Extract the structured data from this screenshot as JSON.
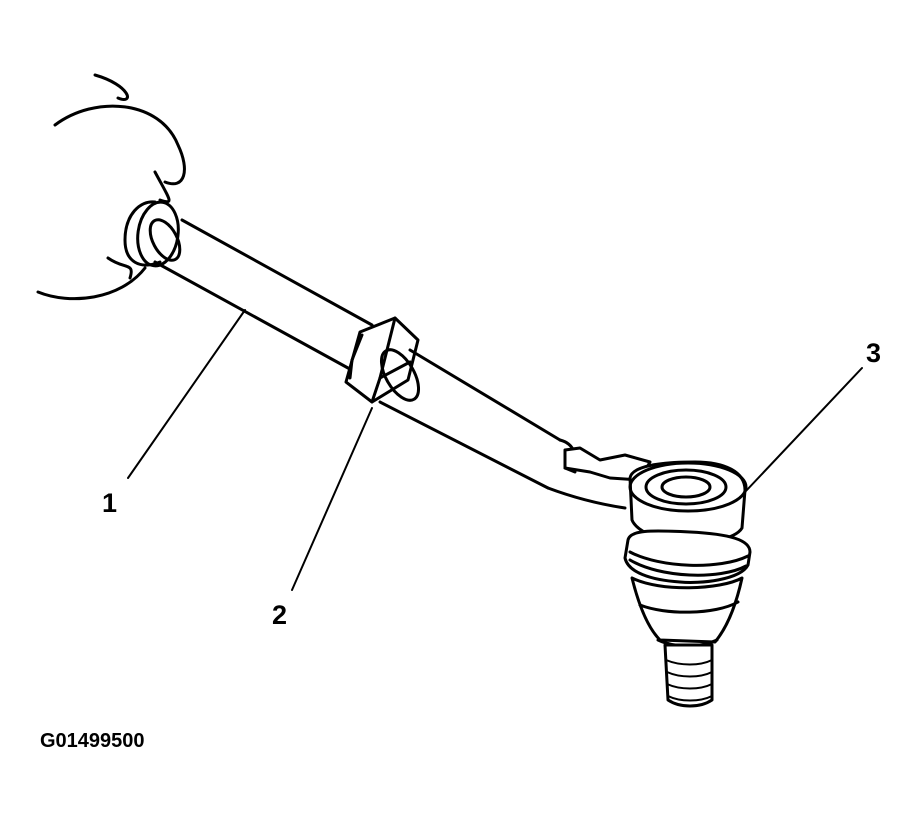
{
  "callouts": [
    {
      "id": "1",
      "text": "1"
    },
    {
      "id": "2",
      "text": "2"
    },
    {
      "id": "3",
      "text": "3"
    }
  ],
  "figure_id": "G01499500",
  "colors": {
    "ink": "#000000",
    "background": "#ffffff"
  }
}
